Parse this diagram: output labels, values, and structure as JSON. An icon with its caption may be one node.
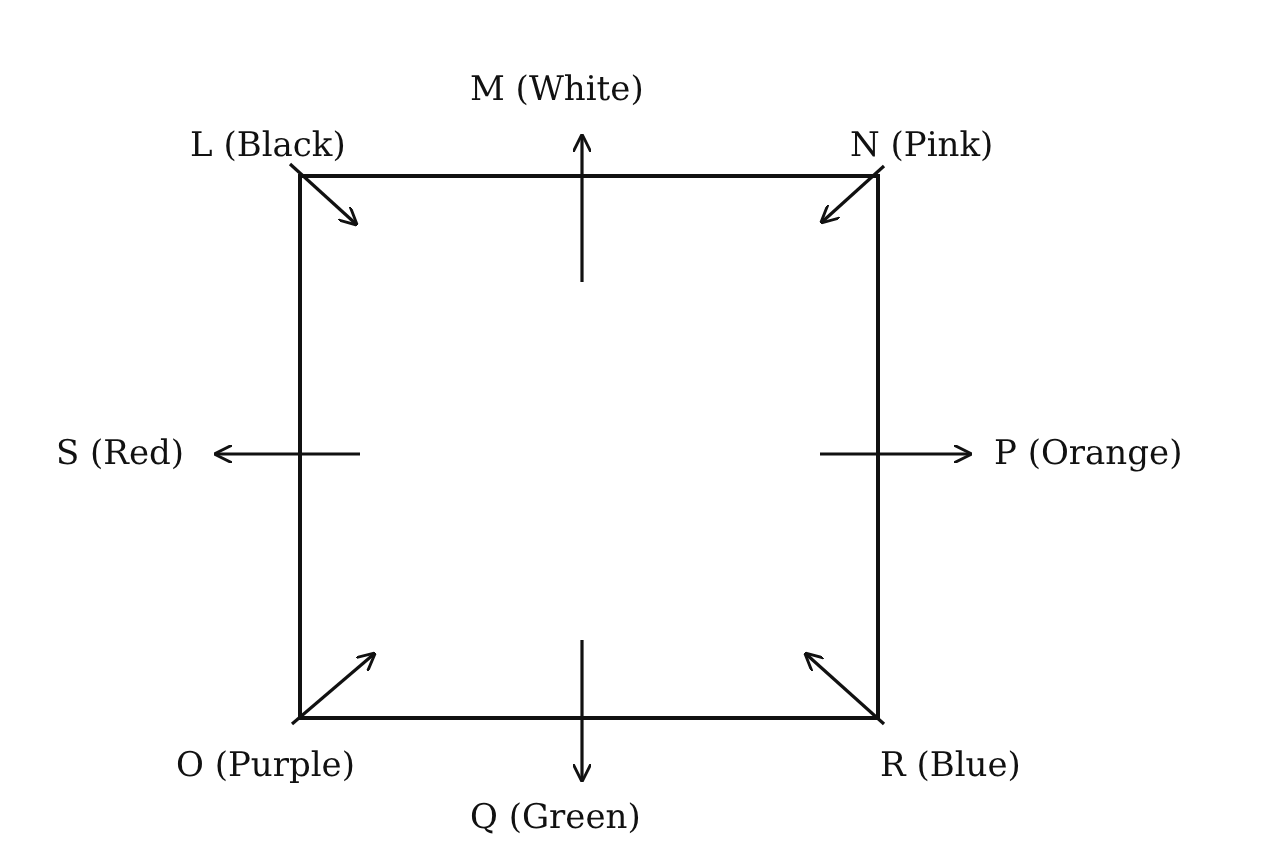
{
  "diagram": {
    "nodes": [
      {
        "text": [],
        "shape": "box"
      },
      {
        "text": [
          "L (Black)"
        ]
      },
      {
        "text": [
          "M (White)"
        ]
      },
      {
        "text": [
          "N (Pink)"
        ]
      },
      {
        "text": [
          "S (Red)"
        ]
      },
      {
        "text": [
          "P (Orange)"
        ]
      },
      {
        "text": [
          "O (Purple)"
        ]
      },
      {
        "text": [
          "Q (Green)"
        ]
      },
      {
        "text": [
          "R (Blue)"
        ]
      }
    ],
    "edges": [
      {
        "from": 1,
        "to": 0,
        "arrow": "to"
      },
      {
        "from": 0,
        "to": 2,
        "arrow": "to"
      },
      {
        "from": 3,
        "to": 0,
        "arrow": "to"
      },
      {
        "from": 0,
        "to": 4,
        "arrow": "to"
      },
      {
        "from": 0,
        "to": 5,
        "arrow": "to"
      },
      {
        "from": 6,
        "to": 0,
        "arrow": "to"
      },
      {
        "from": 0,
        "to": 7,
        "arrow": "to"
      },
      {
        "from": 8,
        "to": 0,
        "arrow": "to"
      }
    ]
  }
}
